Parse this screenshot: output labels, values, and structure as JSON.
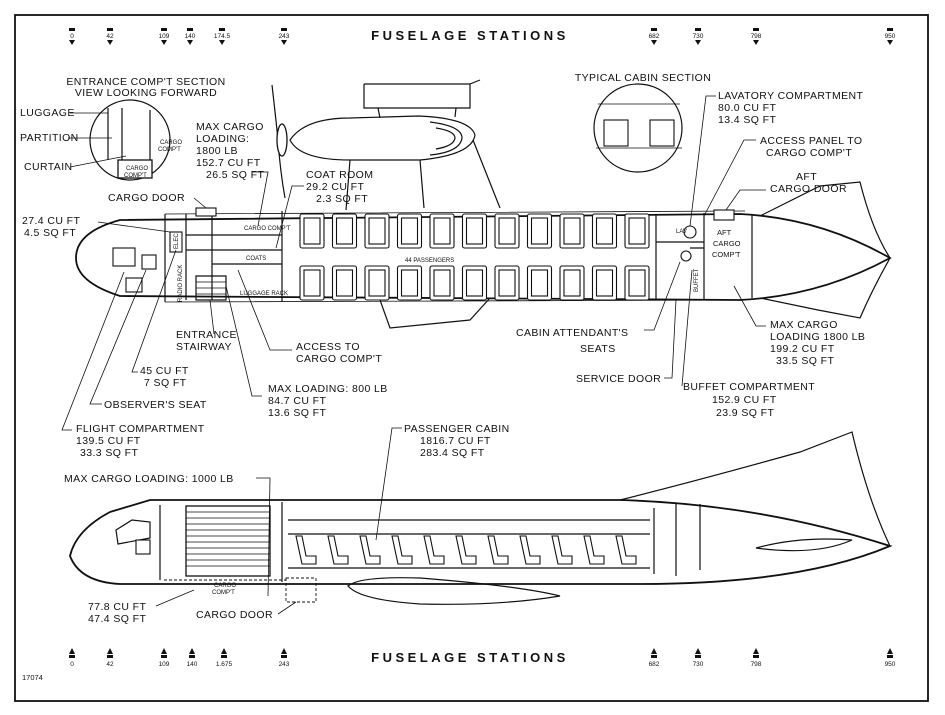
{
  "title_top": "FUSELAGE STATIONS",
  "title_bottom": "FUSELAGE STATIONS",
  "stations_top": [
    "0",
    "42",
    "109",
    "140",
    "174.5",
    "243",
    "682",
    "730",
    "798",
    "950"
  ],
  "stations_bottom": [
    "0",
    "42",
    "109",
    "140",
    "1.675",
    "243",
    "682",
    "730",
    "798",
    "950"
  ],
  "figure_number": "17074",
  "labels": {
    "entrance_section_1": "ENTRANCE COMP'T SECTION",
    "entrance_section_2": "VIEW LOOKING FORWARD",
    "luggage": "LUGGAGE",
    "partition": "PARTITION",
    "curtain": "CURTAIN",
    "cargo_comp_small_1": "CARGO",
    "cargo_comp_small_2": "COMP'T",
    "cargo_comp_small2_1": "CARGO",
    "cargo_comp_small2_2": "COMP'T",
    "max_cargo_1": "MAX CARGO",
    "max_cargo_2": "LOADING:",
    "max_cargo_3": "1800 LB",
    "max_cargo_4": "152.7  CU  FT",
    "max_cargo_5": "26.5  SQ FT",
    "cargo_door": "CARGO DOOR",
    "coat_room_1": "COAT ROOM",
    "coat_room_2": "29.2 CU FT",
    "coat_room_3": "2.3 SQ FT",
    "fwd_small_1": "27.4  CU  FT",
    "fwd_small_2": "4.5  SQ FT",
    "typical_cabin": "TYPICAL CABIN SECTION",
    "lavatory_1": "LAVATORY COMPARTMENT",
    "lavatory_2": "80.0 CU FT",
    "lavatory_3": "13.4 SQ FT",
    "access_panel_1": "ACCESS PANEL TO",
    "access_panel_2": "CARGO COMP'T",
    "aft_cargo_door_1": "AFT",
    "aft_cargo_door_2": "CARGO DOOR",
    "aft_cargo_comp_1": "AFT",
    "aft_cargo_comp_2": "CARGO",
    "aft_cargo_comp_3": "COMP'T",
    "lav": "LAV",
    "buffet": "BUFFET",
    "passengers": "44 PASSENGERS",
    "elec": "ELEC",
    "radio_rack": "RADIO RACK",
    "luggage_rack": "LUGGAGE RACK",
    "cargo_comp_in": "CARGO COMP'T",
    "coats": "COATS",
    "entrance_stairway_1": "ENTRANCE",
    "entrance_stairway_2": "STAIRWAY",
    "access_cargo_1": "ACCESS TO",
    "access_cargo_2": "CARGO COMP'T",
    "small45_1": "45  CU  FT",
    "small45_2": "7  SQ  FT",
    "max_loading_1": "MAX LOADING: 800 LB",
    "max_loading_2": "84.7 CU FT",
    "max_loading_3": "13.6 SQ FT",
    "observer_seat": "OBSERVER'S SEAT",
    "flight_comp_1": "FLIGHT COMPARTMENT",
    "flight_comp_2": "139.5 CU FT",
    "flight_comp_3": "33.3 SQ FT",
    "cabin_attendant_1": "CABIN ATTENDANT'S",
    "cabin_attendant_2": "SEATS",
    "service_door": "SERVICE DOOR",
    "buffet_comp_1": "BUFFET COMPARTMENT",
    "buffet_comp_2": "152.9 CU FT",
    "buffet_comp_3": "23.9 SQ FT",
    "aft_max_cargo_1": "MAX CARGO",
    "aft_max_cargo_2": "LOADING 1800 LB",
    "aft_max_cargo_3": "199.2 CU FT",
    "aft_max_cargo_4": "33.5 SQ FT",
    "pax_cabin_1": "PASSENGER CABIN",
    "pax_cabin_2": "1816.7 CU FT",
    "pax_cabin_3": "283.4 SQ FT",
    "max_cargo_1000": "MAX CARGO LOADING:  1000 LB",
    "bottom_cargo_1": "CARGO",
    "bottom_cargo_2": "COMP'T",
    "bottom_cargo_vol_1": "77.8  CU  FT",
    "bottom_cargo_vol_2": "47.4  SQ  FT",
    "bottom_cargo_door": "CARGO DOOR"
  }
}
